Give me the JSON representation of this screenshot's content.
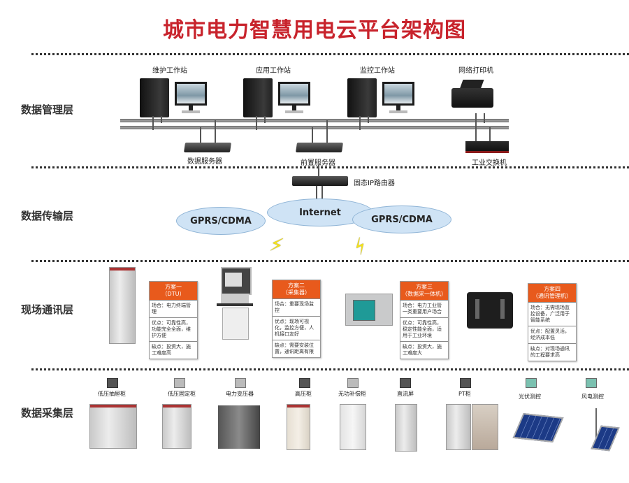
{
  "title": "城市电力智慧用电云平台架构图",
  "layers": [
    {
      "label": "数据管理层"
    },
    {
      "label": "数据传输层"
    },
    {
      "label": "现场通讯层"
    },
    {
      "label": "数据采集层"
    }
  ],
  "management": {
    "workstations": [
      {
        "label": "维护工作站"
      },
      {
        "label": "应用工作站"
      },
      {
        "label": "监控工作站"
      }
    ],
    "printer": {
      "label": "网络打印机"
    },
    "servers": [
      {
        "label": "数据服务器"
      },
      {
        "label": "前置服务器"
      }
    ],
    "switch": {
      "label": "工业交换机"
    }
  },
  "transmission": {
    "router": {
      "label": "固态IP路由器"
    },
    "clouds": [
      {
        "label": "GPRS/CDMA"
      },
      {
        "label": "Internet"
      },
      {
        "label": "GPRS/CDMA"
      }
    ]
  },
  "field": {
    "schemes": [
      {
        "title": "方案一",
        "subtitle": "（DTU）",
        "rows": [
          "场合：电力终端管理",
          "优点：可靠性高，功能完全全面，维护方便",
          "缺点：投资大，施工难度高"
        ]
      },
      {
        "title": "方案二",
        "subtitle": "（采集器）",
        "rows": [
          "场合：重要现场监控",
          "优点：现场可视化，监控方便，人机接口友好",
          "缺点：需要安装位置，通讯距离有限"
        ]
      },
      {
        "title": "方案三",
        "subtitle": "（数据采一体机）",
        "rows": [
          "场合：电力工业管一类重要用户场合",
          "优点：可靠性高，稳定性能全面，适用于工业环境",
          "缺点：投资大，施工难度大"
        ]
      },
      {
        "title": "方案四",
        "subtitle": "（通讯管理机）",
        "rows": [
          "场合：无需现场监控设备，广泛用于智能系统",
          "优点：配置灵活，经济成本低",
          "缺点：对现场通讯的工程要求高"
        ]
      }
    ]
  },
  "collection": {
    "devices": [
      {
        "label": "低压抽屉柜",
        "icon": "dark"
      },
      {
        "label": "低压固定柜",
        "icon": "light"
      },
      {
        "label": "电力变压器",
        "icon": "light"
      },
      {
        "label": "高压柜",
        "icon": "dark"
      },
      {
        "label": "无功补偿柜",
        "icon": "light"
      },
      {
        "label": "直流屏",
        "icon": "dark"
      },
      {
        "label": "PT柜",
        "icon": "dark"
      },
      {
        "label": "光伏测控",
        "icon": "teal"
      },
      {
        "label": "风电测控",
        "icon": "teal"
      }
    ]
  },
  "colors": {
    "title": "#c8232c",
    "scheme_header": "#e85a1c",
    "cloud": "#cfe3f5",
    "bolt": "#f4e21a"
  }
}
